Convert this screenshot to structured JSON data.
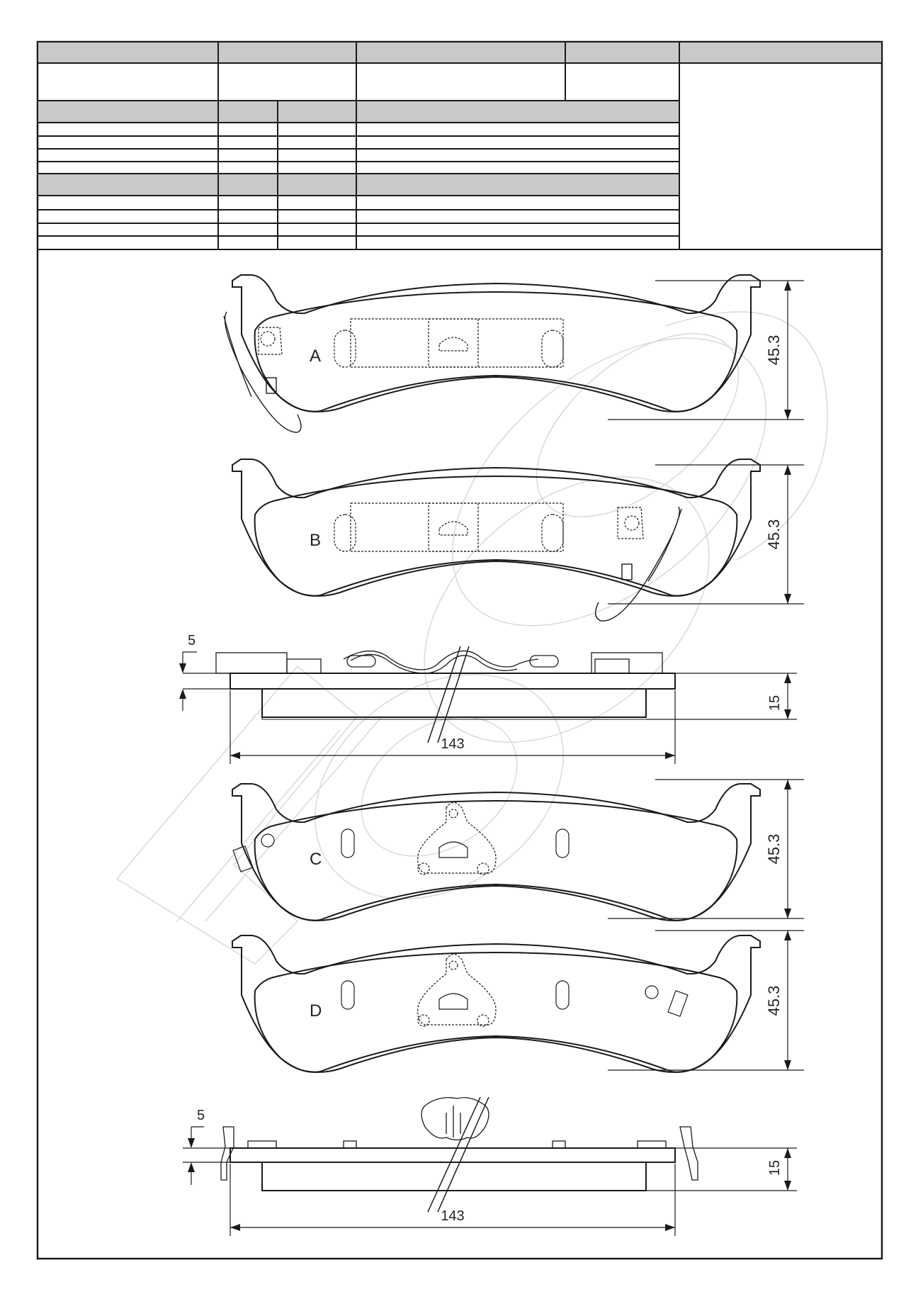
{
  "views": {
    "A": {
      "label": "A"
    },
    "B": {
      "label": "B"
    },
    "C": {
      "label": "C"
    },
    "D": {
      "label": "D"
    }
  },
  "dimensions": {
    "height_A": "45.3",
    "height_B": "45.3",
    "height_C": "45.3",
    "height_D": "45.3",
    "side1_step": "5",
    "side1_thickness": "15",
    "side1_width": "143",
    "side2_step": "5",
    "side2_thickness": "15",
    "side2_width": "143"
  },
  "colors": {
    "line": "#1a1a1a",
    "header_fill": "#c9c9c9",
    "watermark": "#d8d8d8"
  }
}
